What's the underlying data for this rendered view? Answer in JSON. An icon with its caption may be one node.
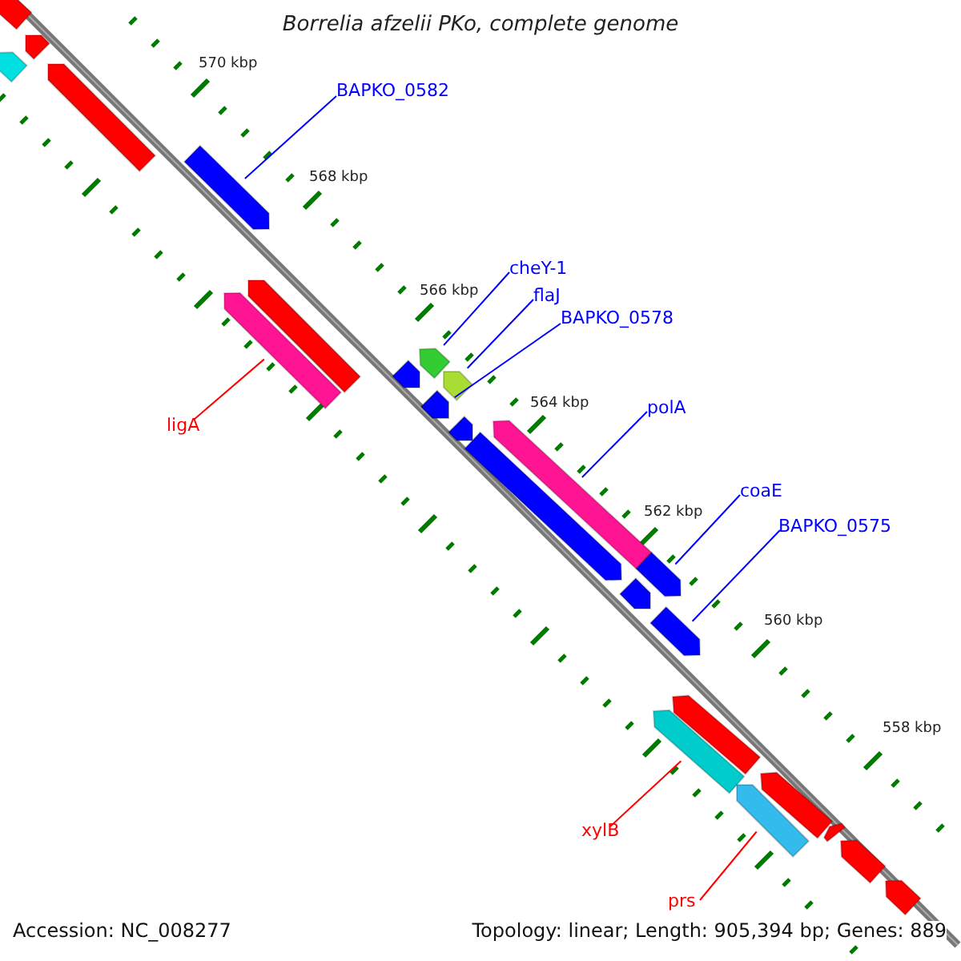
{
  "diagram": {
    "title": "Borrelia afzelii PKo, complete genome",
    "nodes": [
      {
        "text": [
          "BAPKO_0582"
        ]
      },
      {
        "text": [],
        "shape": "bar"
      },
      {
        "text": [
          "cheY-1"
        ]
      },
      {
        "text": [],
        "shape": "bar"
      },
      {
        "text": [
          "flaJ"
        ]
      },
      {
        "text": [],
        "shape": "bar"
      },
      {
        "text": [
          "BAPKO_0578"
        ]
      },
      {
        "text": [],
        "shape": "bar"
      },
      {
        "text": [
          "polA"
        ]
      },
      {
        "text": [],
        "shape": "bar"
      },
      {
        "text": [
          "coaE"
        ]
      },
      {
        "text": [],
        "shape": "bar"
      },
      {
        "text": [
          "BAPKO_0575"
        ]
      },
      {
        "text": [],
        "shape": "bar"
      },
      {
        "text": [
          "ligA"
        ]
      },
      {
        "text": [],
        "shape": "bar"
      },
      {
        "text": [
          "xylB"
        ]
      },
      {
        "text": [],
        "shape": "bar"
      },
      {
        "text": [
          "prs"
        ]
      },
      {
        "text": [],
        "shape": "bar"
      },
      {
        "text": [],
        "shape": "bar"
      },
      {
        "text": [],
        "shape": "bar"
      },
      {
        "text": [],
        "shape": "bar"
      },
      {
        "text": [],
        "shape": "bar"
      },
      {
        "text": [],
        "shape": "bar"
      },
      {
        "text": [],
        "shape": "bar"
      },
      {
        "text": [],
        "shape": "bar"
      },
      {
        "text": [],
        "shape": "bar"
      },
      {
        "text": [],
        "shape": "bar"
      },
      {
        "text": [],
        "shape": "bar"
      },
      {
        "text": [],
        "shape": "bar"
      },
      {
        "text": [],
        "shape": "bar"
      },
      {
        "text": [],
        "shape": "bar"
      },
      {
        "text": [],
        "shape": "bar"
      },
      {
        "text": [],
        "shape": "bar"
      }
    ],
    "edges": [
      {
        "from": 0,
        "to": 1,
        "arrow": "none"
      },
      {
        "from": 2,
        "to": 3,
        "arrow": "none"
      },
      {
        "from": 4,
        "to": 5,
        "arrow": "none"
      },
      {
        "from": 6,
        "to": 7,
        "arrow": "none"
      },
      {
        "from": 8,
        "to": 9,
        "arrow": "none"
      },
      {
        "from": 10,
        "to": 11,
        "arrow": "none"
      },
      {
        "from": 12,
        "to": 13,
        "arrow": "none"
      },
      {
        "from": 14,
        "to": 15,
        "arrow": "none",
        "color": "#ff0000"
      },
      {
        "from": 16,
        "to": 17,
        "arrow": "none",
        "color": "#ff0000"
      },
      {
        "from": 18,
        "to": 19,
        "arrow": "none",
        "color": "#ff0000"
      }
    ],
    "labels": [
      "570 kbp",
      "568 kbp",
      "566 kbp",
      "564 kbp",
      "562 kbp",
      "560 kbp",
      "558 kbp",
      "Accession: NC_008277",
      "Topology: linear; Length: 905,394 bp; Genes: 889"
    ]
  }
}
